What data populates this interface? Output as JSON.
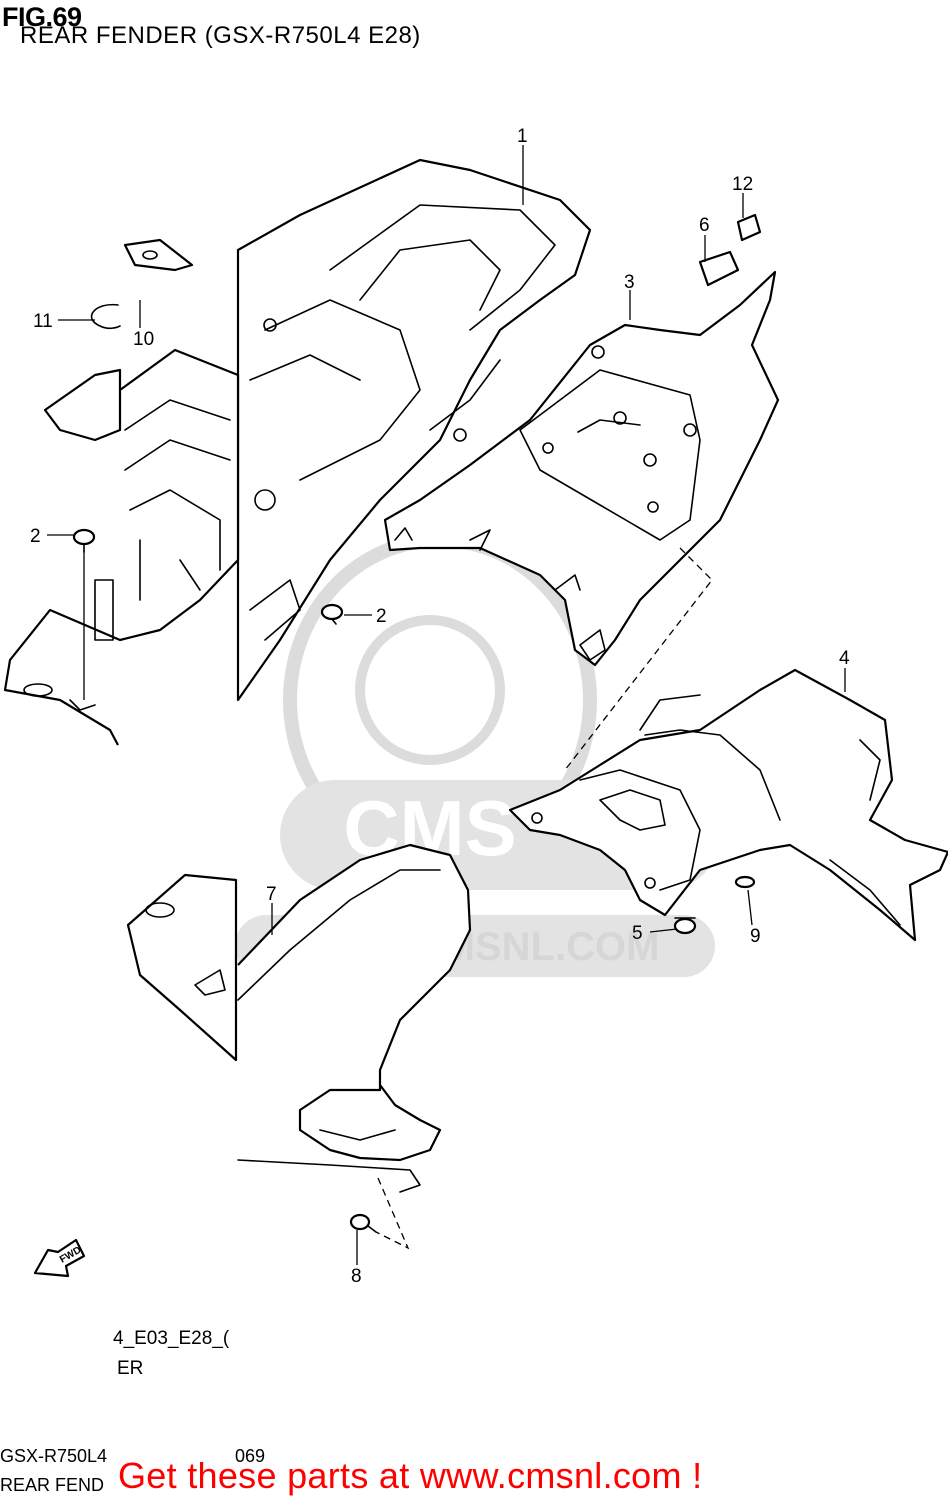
{
  "header": {
    "fig_number": "FIG.69",
    "title": "REAR FENDER (GSX-R750L4 E28)"
  },
  "callouts": [
    "1",
    "2",
    "2",
    "3",
    "4",
    "5",
    "6",
    "7",
    "8",
    "9",
    "10",
    "11",
    "12"
  ],
  "watermark": {
    "brand": "CMS",
    "url": "WWW.CMSNL.COM"
  },
  "fwd_label": "FWD",
  "codes": {
    "line1": "4_E03_E28_(",
    "line2": "ER"
  },
  "footer": {
    "model": "GSX-R750L4",
    "page": "069",
    "name": "REAR FEND",
    "cta": "Get these parts at www.cmsnl.com !"
  },
  "colors": {
    "cta": "#ff0000",
    "watermark": "#d6d6d6"
  }
}
